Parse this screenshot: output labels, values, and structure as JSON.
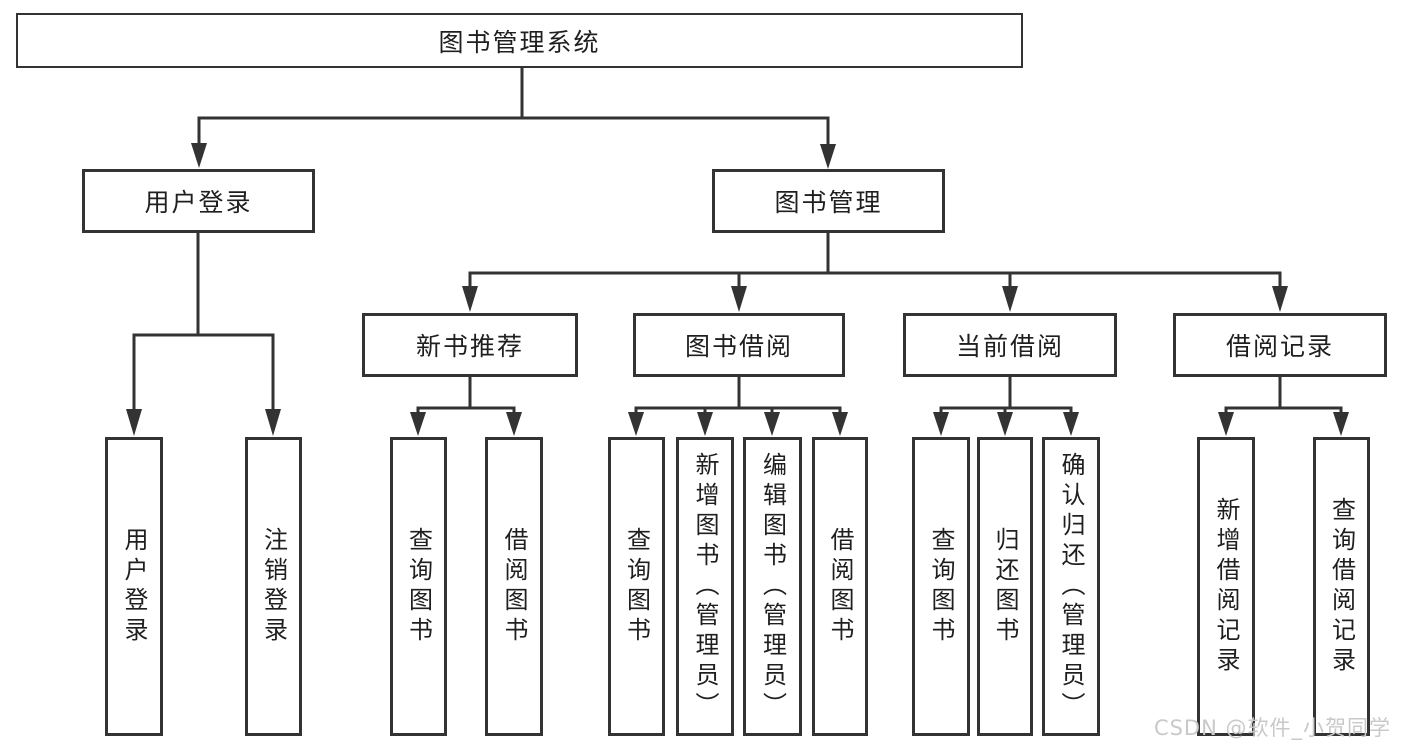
{
  "colors": {
    "line": "#333333",
    "text": "#1f1f1f",
    "watermark": "#c9c9c9",
    "background": "#ffffff"
  },
  "tree": {
    "root": "图书管理系统",
    "branches": [
      {
        "label": "用户登录",
        "children": [
          "用户登录",
          "注销登录"
        ]
      },
      {
        "label": "图书管理",
        "children": [
          {
            "label": "新书推荐",
            "children": [
              "查询图书",
              "借阅图书"
            ]
          },
          {
            "label": "图书借阅",
            "children": [
              "查询图书",
              "新增图书（管理员）",
              "编辑图书（管理员）",
              "借阅图书"
            ]
          },
          {
            "label": "当前借阅",
            "children": [
              "查询图书",
              "归还图书",
              "确认归还（管理员）"
            ]
          },
          {
            "label": "借阅记录",
            "children": [
              "新增借阅记录",
              "查询借阅记录"
            ]
          }
        ]
      }
    ]
  },
  "watermark": "CSDN @软件_小贺同学"
}
